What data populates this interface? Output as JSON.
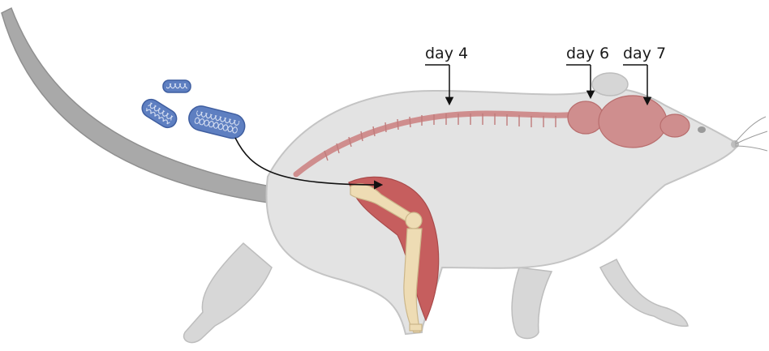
{
  "labels": {
    "day4": "day 4",
    "day6": "day 6",
    "day7": "day 7"
  },
  "colors": {
    "body": "#e3e3e3",
    "body_outline": "#c4c4c4",
    "tail": "#a9a9a9",
    "tissue": "#cf8e8e",
    "tissue_dark": "#b86d6d",
    "muscle": "#c65e5e",
    "bone": "#eedcb4",
    "virus": "#5e7fc1",
    "arrow": "#111111"
  },
  "icons": [
    "virus-particle-icon",
    "mouse-illustration",
    "spinal-cord",
    "brain",
    "hindlimb-muscle",
    "hindlimb-bones"
  ]
}
